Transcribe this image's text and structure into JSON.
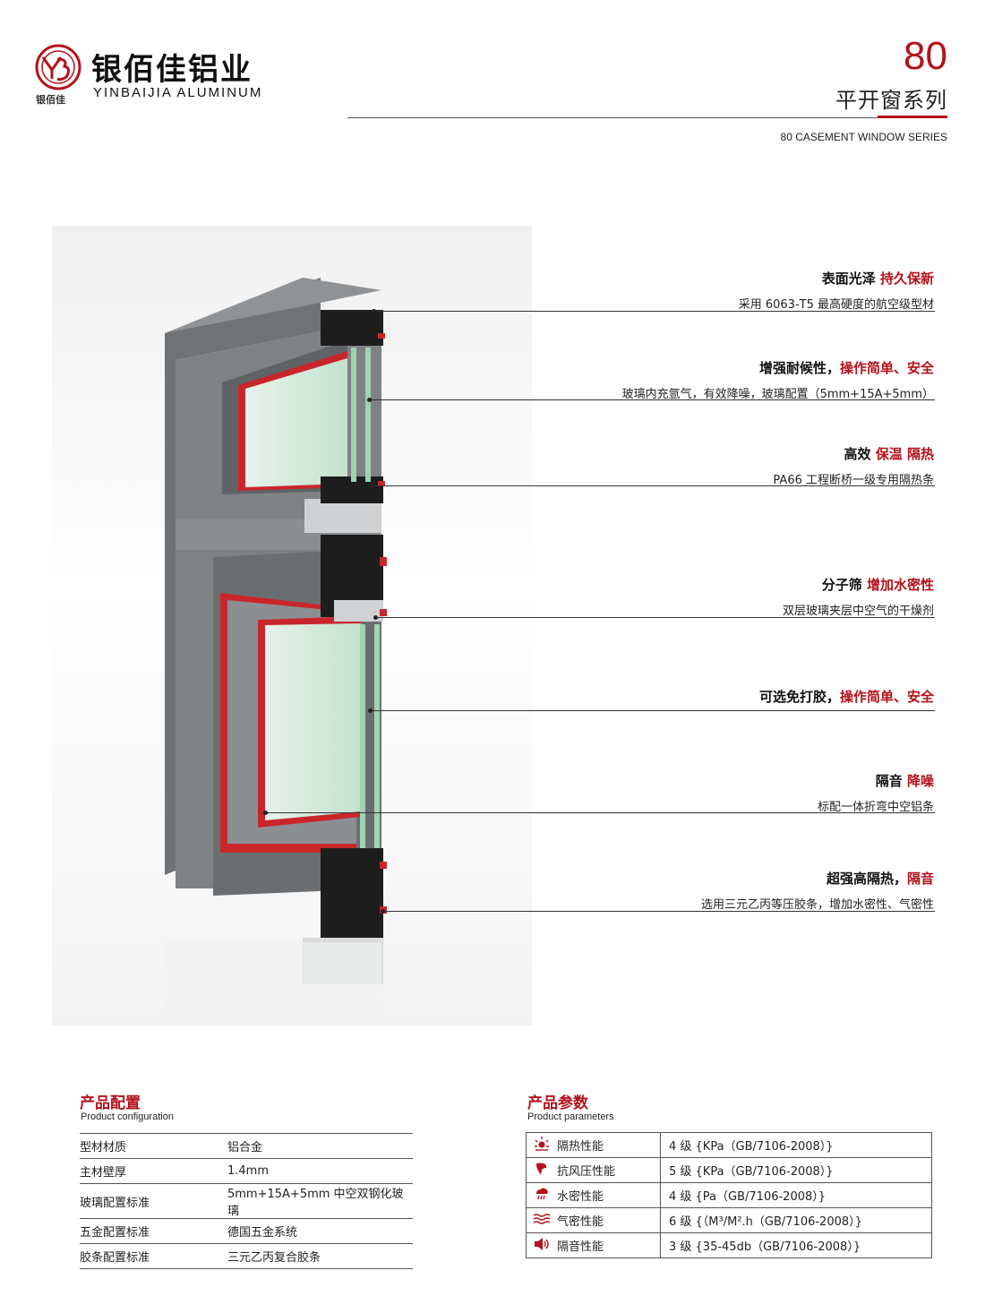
{
  "header": {
    "brand_cn": "银佰佳铝业",
    "brand_en": "YINBAIJIA ALUMINUM",
    "brand_small": "银佰佳",
    "series_number": "80",
    "series_cn": "平开窗系列",
    "series_en": "80 CASEMENT WINDOW SERIES"
  },
  "colors": {
    "accent": "#b3121b",
    "frame": "#7c8083",
    "glass": "#cfe7d8"
  },
  "features": [
    {
      "title": "表面光泽 ",
      "highlight": "持久保新",
      "desc": "采用 6063-T5 最高硬度的航空级型材"
    },
    {
      "title": "增强耐候性，",
      "highlight": "操作简单、安全",
      "desc": "玻璃内充氩气，有效降噪，玻璃配置（5mm+15A+5mm）"
    },
    {
      "title": "高效 ",
      "highlight": "保温 隔热",
      "desc": "PA66 工程断桥一级专用隔热条"
    },
    {
      "title": "分子筛 ",
      "highlight": "增加水密性",
      "desc": "双层玻璃夹层中空气的干燥剂"
    },
    {
      "title": "可选免打胶，",
      "highlight": "操作简单、安全",
      "desc": ""
    },
    {
      "title": "隔音 ",
      "highlight": "降噪",
      "desc": "标配一体折弯中空铝条"
    },
    {
      "title": "超强高隔热，",
      "highlight": "隔音",
      "desc": "选用三元乙丙等压胶条，增加水密性、气密性"
    }
  ],
  "config": {
    "title": "产品配置",
    "subtitle": "Product configuration",
    "rows": [
      {
        "key": "型材材质",
        "value": "铝合金"
      },
      {
        "key": "主材壁厚",
        "value": "1.4mm"
      },
      {
        "key": "玻璃配置标准",
        "value": "5mm+15A+5mm 中空双钢化玻璃"
      },
      {
        "key": "五金配置标准",
        "value": "德国五金系统"
      },
      {
        "key": "胶条配置标准",
        "value": "三元乙丙复合胶条"
      }
    ]
  },
  "params": {
    "title": "产品参数",
    "subtitle": "Product parameters",
    "rows": [
      {
        "icon": "sun-icon",
        "name": "隔热性能",
        "value": "4 级 {KPa（GB/7106-2008）}"
      },
      {
        "icon": "wind-icon",
        "name": "抗风压性能",
        "value": "5 级 {KPa（GB/7106-2008）}"
      },
      {
        "icon": "rain-cloud-icon",
        "name": "水密性能",
        "value": "4 级 {Pa（GB/7106-2008）}"
      },
      {
        "icon": "air-waves-icon",
        "name": "气密性能",
        "value": "6 级 {（M³/M².h（GB/7106-2008）}"
      },
      {
        "icon": "speaker-icon",
        "name": "隔音性能",
        "value": "3 级 {35-45db（GB/7106-2008）}"
      }
    ]
  }
}
